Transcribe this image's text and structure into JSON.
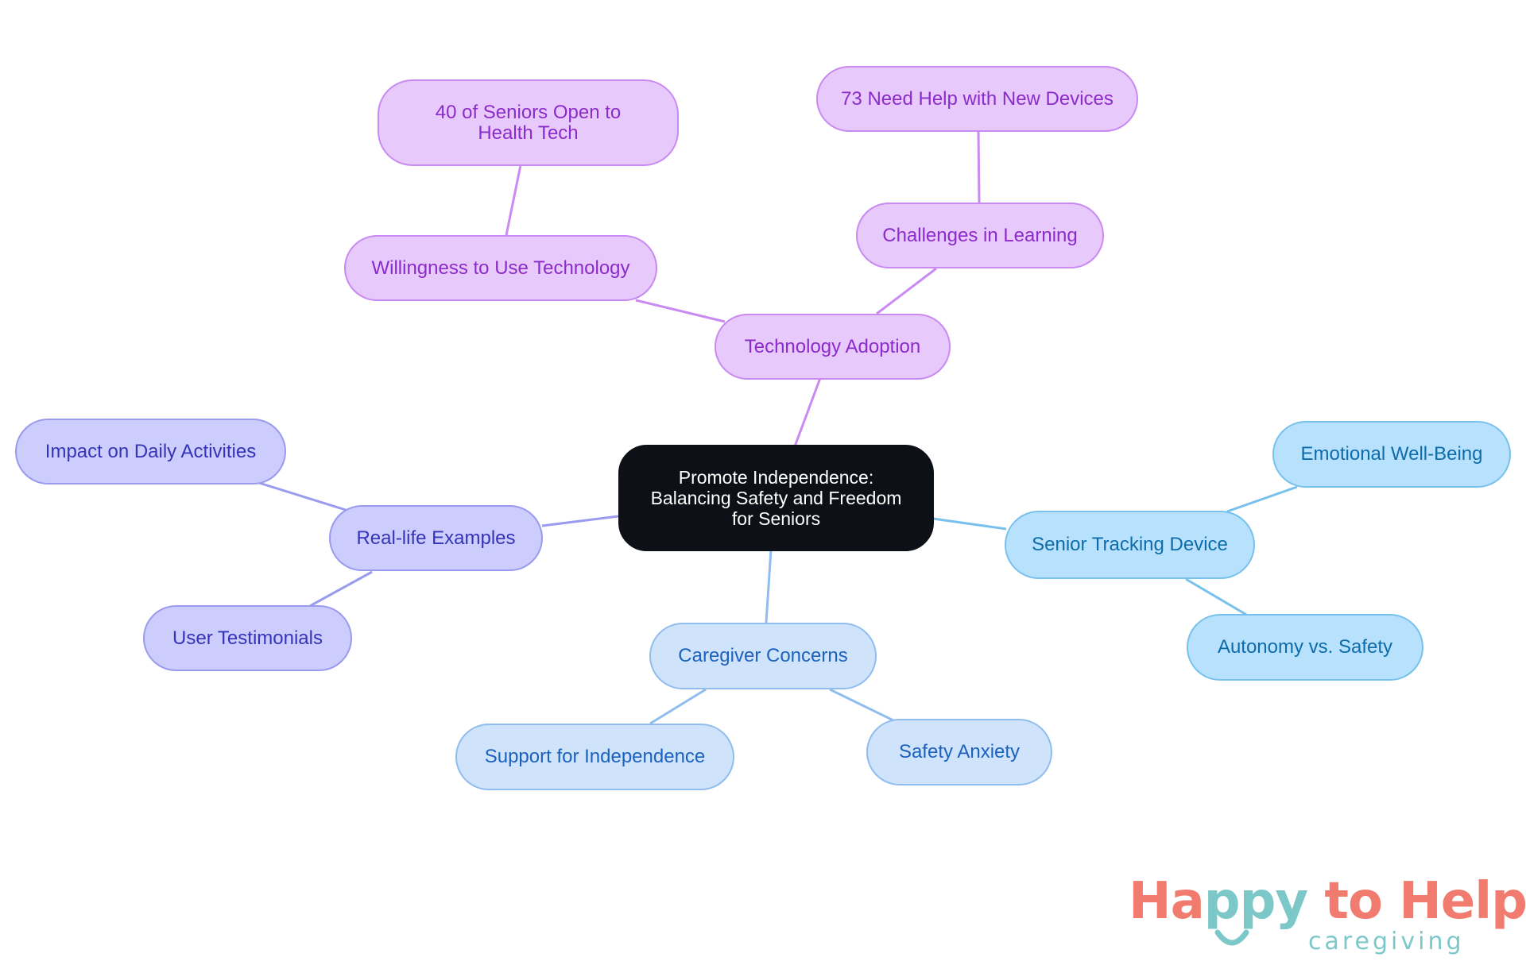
{
  "mindmap": {
    "root": {
      "label": "Promote Independence: Balancing Safety and Freedom for Seniors"
    },
    "technology": {
      "label": "Technology Adoption",
      "willingness": "Willingness to Use Technology",
      "seniors_open": "40 of Seniors Open to Health Tech",
      "challenges": "Challenges in Learning",
      "need_help": "73 Need Help with New Devices"
    },
    "examples": {
      "label": "Real-life Examples",
      "impact": "Impact on Daily Activities",
      "testimonials": "User Testimonials"
    },
    "caregiver": {
      "label": "Caregiver Concerns",
      "support": "Support for Independence",
      "anxiety": "Safety Anxiety"
    },
    "tracking": {
      "label": "Senior Tracking Device",
      "wellbeing": "Emotional Well-Being",
      "autonomy": "Autonomy vs. Safety"
    }
  },
  "colors": {
    "purple": "#c98af1",
    "indigo": "#9a9aee",
    "light_blue": "#90bdee",
    "sky": "#78c1ec",
    "root": "#0d1117"
  },
  "logo": {
    "part1": "Ha",
    "part2": "ppy",
    "part3": " to Help",
    "tagline": "caregiving"
  }
}
